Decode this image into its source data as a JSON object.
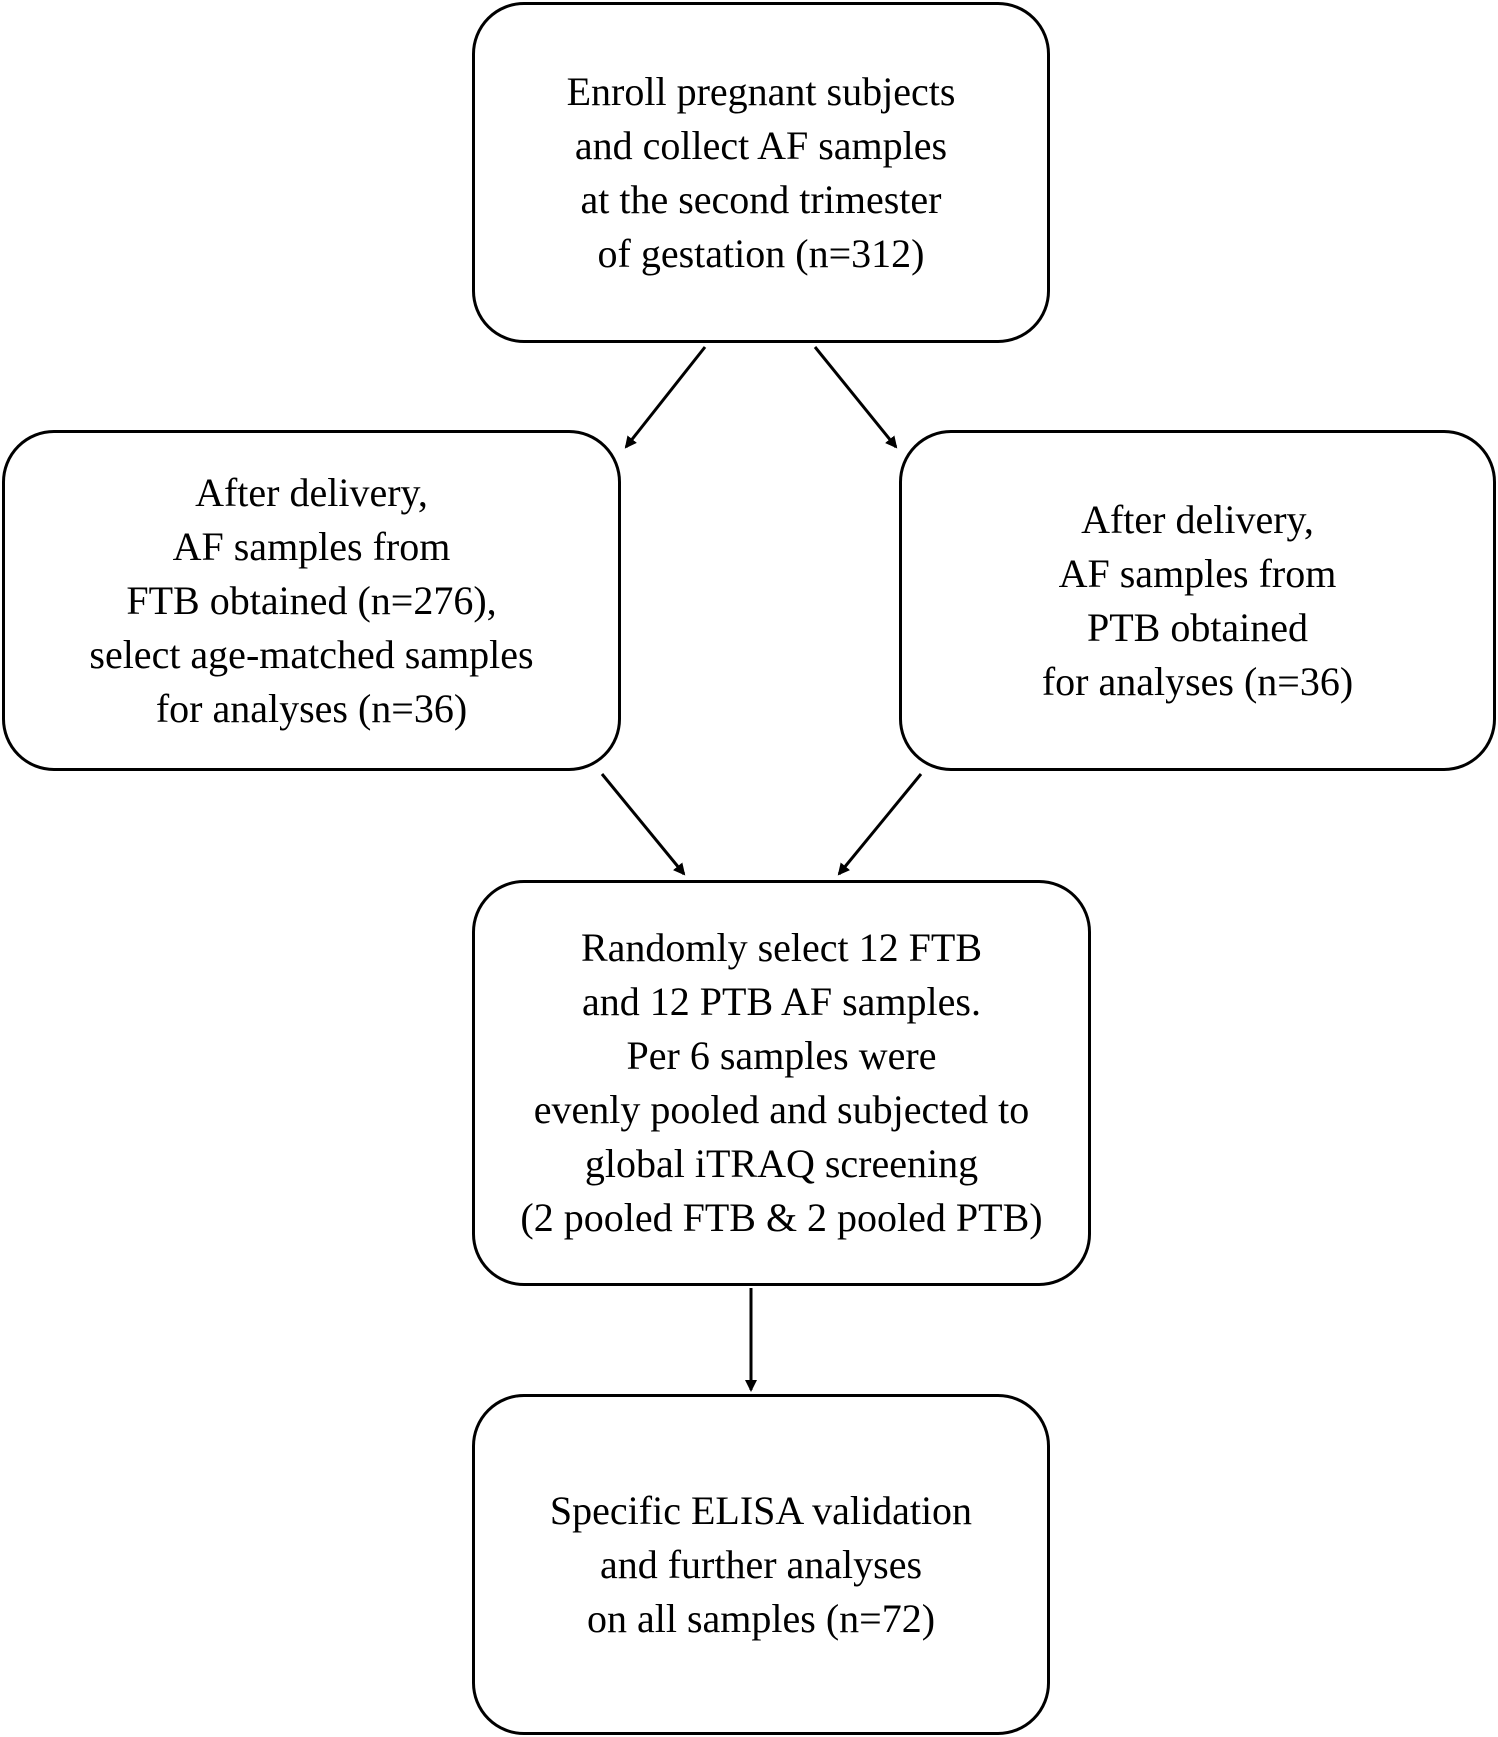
{
  "flowchart": {
    "boxes": [
      {
        "id": "enroll",
        "lines": [
          "Enroll pregnant subjects",
          "and collect AF samples",
          "at the second trimester",
          "of gestation (n=312)"
        ]
      },
      {
        "id": "ftb",
        "lines": [
          "After delivery,",
          "AF samples from",
          "FTB obtained (n=276),",
          "select age-matched samples",
          "for analyses (n=36)"
        ]
      },
      {
        "id": "ptb",
        "lines": [
          "After delivery,",
          "AF samples from",
          "PTB obtained",
          "for analyses (n=36)"
        ]
      },
      {
        "id": "random",
        "lines": [
          "Randomly select 12 FTB",
          "and 12 PTB AF samples.",
          "Per 6 samples were",
          "evenly pooled and subjected to",
          "global iTRAQ screening",
          "(2 pooled FTB & 2 pooled PTB)"
        ]
      },
      {
        "id": "elisa",
        "lines": [
          "Specific ELISA validation",
          "and further analyses",
          "on all samples (n=72)"
        ]
      }
    ],
    "edges": [
      {
        "from": "enroll",
        "to": "ftb"
      },
      {
        "from": "enroll",
        "to": "ptb"
      },
      {
        "from": "ftb",
        "to": "random"
      },
      {
        "from": "ptb",
        "to": "random"
      },
      {
        "from": "random",
        "to": "elisa"
      }
    ],
    "colors": {
      "stroke": "#000000",
      "fill": "#ffffff",
      "text": "#000000"
    }
  }
}
